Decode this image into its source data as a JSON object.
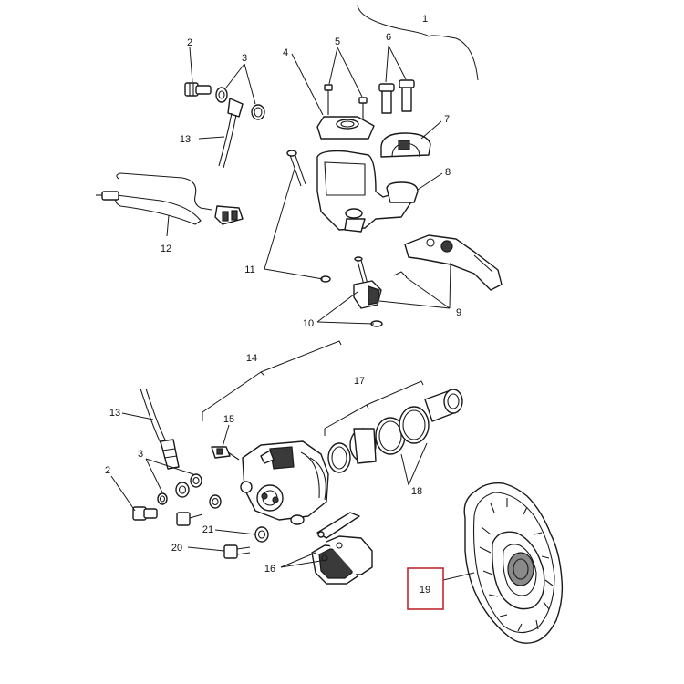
{
  "callouts": {
    "c1": "1",
    "c2a": "2",
    "c3a": "3",
    "c4": "4",
    "c5": "5",
    "c6": "6",
    "c7": "7",
    "c8": "8",
    "c9": "9",
    "c10": "10",
    "c11": "11",
    "c12": "12",
    "c13a": "13",
    "c14": "14",
    "c13b": "13",
    "c15": "15",
    "c17": "17",
    "c2b": "2",
    "c3b": "3",
    "c18": "18",
    "c21": "21",
    "c20": "20",
    "c16": "16",
    "c19": "19"
  },
  "highlight_callout": "19",
  "colors": {
    "highlight": "#c0282e",
    "line": "#1a1a1a"
  }
}
